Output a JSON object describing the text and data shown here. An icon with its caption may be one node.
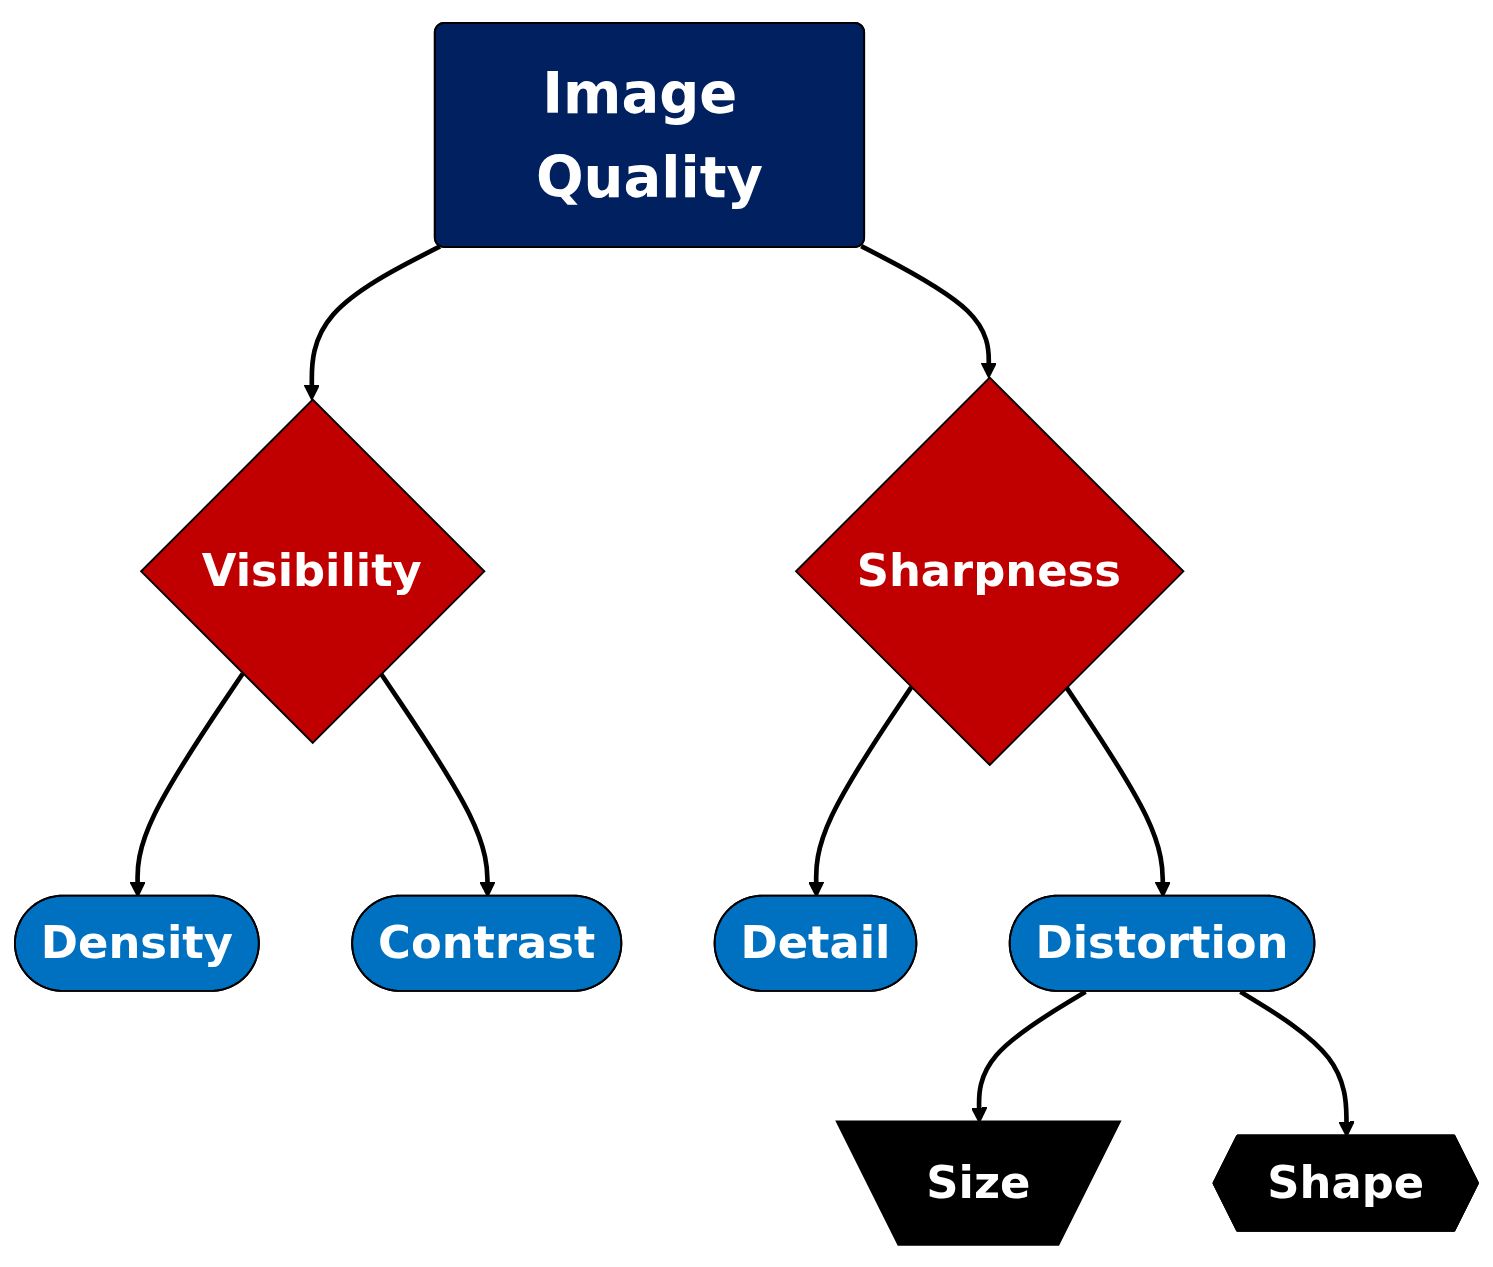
{
  "diagram": {
    "nodes": [
      {
        "text": [
          "Image Quality"
        ]
      },
      {
        "text": [
          "Visibility"
        ]
      },
      {
        "text": [
          "Sharpness"
        ]
      },
      {
        "text": [
          "Density"
        ]
      },
      {
        "text": [
          "Contrast"
        ]
      },
      {
        "text": [
          "Detail"
        ]
      },
      {
        "text": [
          "Distortion"
        ]
      },
      {
        "text": [
          "Size"
        ]
      },
      {
        "text": [
          "Shape"
        ]
      }
    ],
    "edges": [
      {
        "from": 0,
        "to": 1,
        "arrow": "to"
      },
      {
        "from": 0,
        "to": 2,
        "arrow": "to"
      },
      {
        "from": 1,
        "to": 3,
        "arrow": "to"
      },
      {
        "from": 1,
        "to": 4,
        "arrow": "to"
      },
      {
        "from": 2,
        "to": 5,
        "arrow": "to"
      },
      {
        "from": 2,
        "to": 6,
        "arrow": "to"
      },
      {
        "from": 6,
        "to": 7,
        "arrow": "to"
      },
      {
        "from": 6,
        "to": 8,
        "arrow": "to"
      }
    ]
  }
}
